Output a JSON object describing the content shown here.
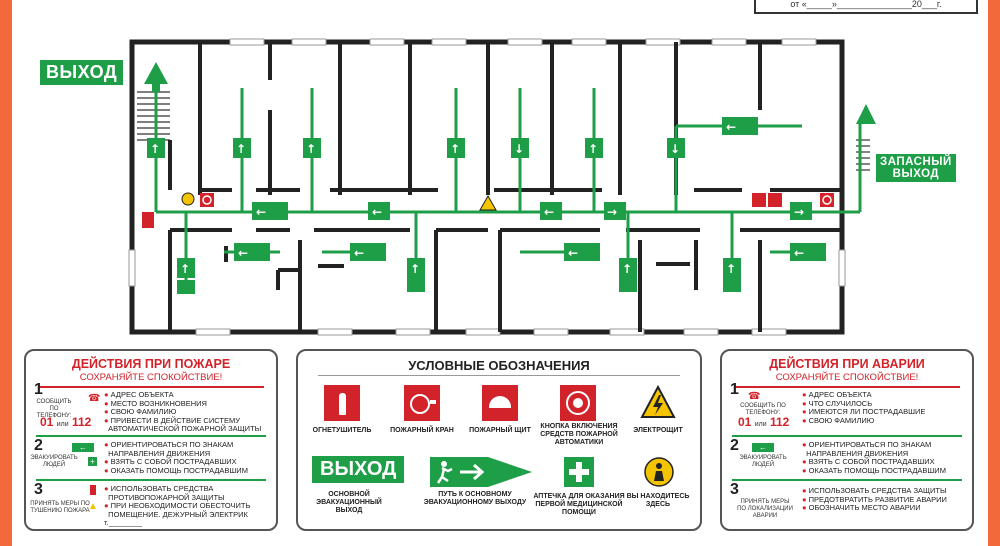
{
  "stamp": {
    "text": "от «_____»_______________20___г."
  },
  "plan": {
    "exit_label": "ВЫХОД",
    "spare_exit_line1": "ЗАПАСНЫЙ",
    "spare_exit_line2": "ВЫХОД",
    "colors": {
      "green": "#1f9e48",
      "red": "#d2232a",
      "wall": "#222222",
      "frame": "#f26a3c"
    }
  },
  "fire_panel": {
    "title": "ДЕЙСТВИЯ ПРИ ПОЖАРЕ",
    "subtitle": "СОХРАНЯЙТЕ СПОКОЙСТВИЕ!",
    "step1_num": "1",
    "step1_caption": "СООБЩИТЬ ПО ТЕЛЕФОНУ:",
    "phone": "01",
    "phone_or": "или",
    "phone2": "112",
    "step1_items": [
      "АДРЕС ОБЪЕКТА",
      "МЕСТО ВОЗНИКНОВЕНИЯ",
      "СВОЮ ФАМИЛИЮ",
      "ПРИВЕСТИ В ДЕЙСТВИЕ СИСТЕМУ",
      "АВТОМАТИЧЕСКОЙ ПОЖАРНОЙ ЗАЩИТЫ"
    ],
    "step2_num": "2",
    "step2_caption": "ЭВАКУИРОВАТЬ ЛЮДЕЙ",
    "step2_items": [
      "ОРИЕНТИРОВАТЬСЯ ПО ЗНАКАМ",
      "НАПРАВЛЕНИЯ ДВИЖЕНИЯ",
      "ВЗЯТЬ С СОБОЙ ПОСТРАДАВШИХ",
      "ОКАЗАТЬ ПОМОЩЬ ПОСТРАДАВШИМ"
    ],
    "step3_num": "3",
    "step3_caption": "ПРИНЯТЬ МЕРЫ ПО ТУШЕНИЮ ПОЖАРА",
    "step3_items": [
      "ИСПОЛЬЗОВАТЬ СРЕДСТВА",
      "ПРОТИВОПОЖАРНОЙ ЗАЩИТЫ",
      "ПРИ НЕОБХОДИМОСТИ ОБЕСТОЧИТЬ",
      "ПОМЕЩЕНИЕ. ДЕЖУРНЫЙ ЭЛЕКТРИК т.________"
    ]
  },
  "legend": {
    "title": "УСЛОВНЫЕ ОБОЗНАЧЕНИЯ",
    "items_top": [
      {
        "label": "ОГНЕТУШИТЕЛЬ",
        "icon": "extinguisher-icon"
      },
      {
        "label": "ПОЖАРНЫЙ КРАН",
        "icon": "fire-hose-icon"
      },
      {
        "label": "ПОЖАРНЫЙ ЩИТ",
        "icon": "fire-board-icon"
      },
      {
        "label": "КНОПКА ВКЛЮЧЕНИЯ СРЕДСТВ ПОЖАРНОЙ АВТОМАТИКИ",
        "icon": "alarm-button-icon"
      },
      {
        "label": "ЭЛЕКТРОЩИТ",
        "icon": "electric-hazard-icon"
      }
    ],
    "exit_sign": "ВЫХОД",
    "items_bottom": [
      {
        "label": "ОСНОВНОЙ ЭВАКУАЦИОННЫЙ ВЫХОД"
      },
      {
        "label": "ПУТЬ К ОСНОВНОМУ ЭВАКУАЦИОННОМУ ВЫХОДУ"
      },
      {
        "label": "АПТЕЧКА ДЛЯ ОКАЗАНИЯ ПЕРВОЙ МЕДИЦИНСКОЙ ПОМОЩИ"
      },
      {
        "label": "ВЫ НАХОДИТЕСЬ ЗДЕСЬ"
      }
    ]
  },
  "accident_panel": {
    "title": "ДЕЙСТВИЯ ПРИ АВАРИИ",
    "subtitle": "СОХРАНЯЙТЕ СПОКОЙСТВИЕ!",
    "step1_num": "1",
    "step1_caption": "СООБЩИТЬ ПО ТЕЛЕФОНУ:",
    "phone": "01",
    "phone_or": "или",
    "phone2": "112",
    "step1_items": [
      "АДРЕС ОБЪЕКТА",
      "ЧТО СЛУЧИЛОСЬ",
      "ИМЕЮТСЯ ЛИ ПОСТРАДАВШИЕ",
      "СВОЮ ФАМИЛИЮ"
    ],
    "step2_num": "2",
    "step2_caption": "ЭВАКУИРОВАТЬ ЛЮДЕЙ",
    "step2_items": [
      "ОРИЕНТИРОВАТЬСЯ ПО ЗНАКАМ",
      "НАПРАВЛЕНИЯ ДВИЖЕНИЯ",
      "ВЗЯТЬ С СОБОЙ ПОСТРАДАВШИХ",
      "ОКАЗАТЬ ПОМОЩЬ ПОСТРАДАВШИМ"
    ],
    "step3_num": "3",
    "step3_caption": "ПРИНЯТЬ МЕРЫ ПО ЛОКАЛИЗАЦИИ АВАРИИ",
    "step3_items": [
      "ИСПОЛЬЗОВАТЬ СРЕДСТВА ЗАЩИТЫ",
      "ПРЕДОТВРАТИТЬ РАЗВИТИЕ АВАРИИ",
      "ОБОЗНАЧИТЬ МЕСТО АВАРИИ"
    ]
  }
}
